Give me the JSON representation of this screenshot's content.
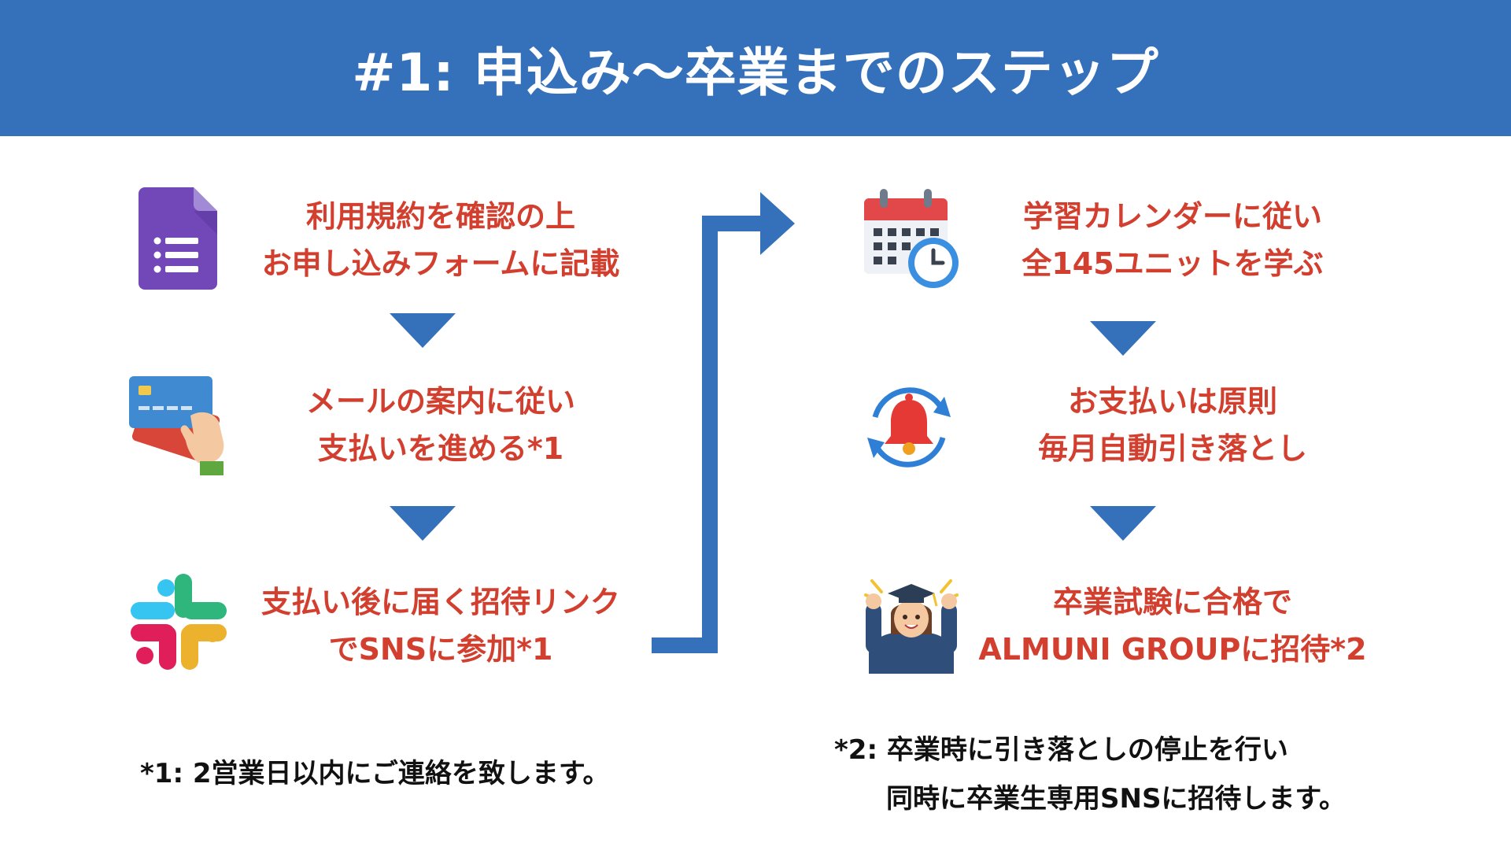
{
  "header": {
    "title": "#1:  申込み〜卒業までのステップ"
  },
  "left_steps": [
    {
      "icon": "google-forms-icon",
      "line1": "利用規約を確認の上",
      "line2": "お申し込みフォームに記載"
    },
    {
      "icon": "credit-card-icon",
      "line1": "メールの案内に従い",
      "line2": "支払いを進める*1"
    },
    {
      "icon": "slack-icon",
      "line1": "支払い後に届く招待リンク",
      "line2": "でSNSに参加*1"
    }
  ],
  "right_steps": [
    {
      "icon": "calendar-clock-icon",
      "line1": "学習カレンダーに従い",
      "line2": "全145ユニットを学ぶ"
    },
    {
      "icon": "bell-refresh-icon",
      "line1": "お支払いは原則",
      "line2": "毎月自動引き落とし"
    },
    {
      "icon": "graduate-icon",
      "line1": "卒業試験に合格で",
      "line2": "ALMUNI GROUPに招待*2"
    }
  ],
  "notes": {
    "note1": "*1: 2営業日以内にご連絡を致します。",
    "note2_line1": "*2: 卒業時に引き落としの停止を行い",
    "note2_line2": "同時に卒業生専用SNSに招待します。"
  },
  "colors": {
    "header_bg": "#3570bb",
    "accent_text": "#d23f2f",
    "arrow": "#3570bb"
  }
}
